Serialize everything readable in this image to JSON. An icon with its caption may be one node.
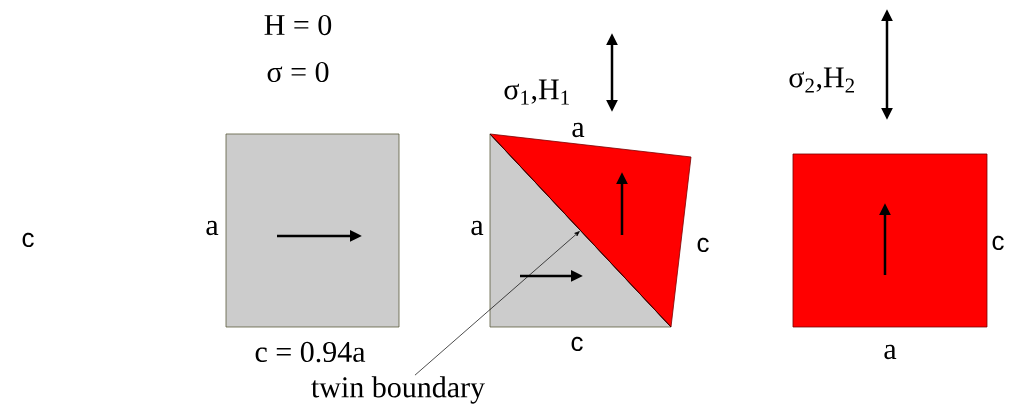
{
  "diagram": {
    "nodes": [
      {
        "text": [
          "twin boundary"
        ]
      },
      {
        "text": [],
        "shape": "line"
      }
    ],
    "edges": [
      {
        "from": 0,
        "to": 1,
        "arrow": "to"
      }
    ],
    "labels": [
      "H = 0",
      "σ = 0",
      "σ$_{1}$,H$_{1}$",
      "σ$_{2}$,H$_{2}$",
      "a",
      "c",
      "a",
      "a",
      "c",
      "c",
      "a",
      "c",
      "c = 0.94a"
    ]
  }
}
